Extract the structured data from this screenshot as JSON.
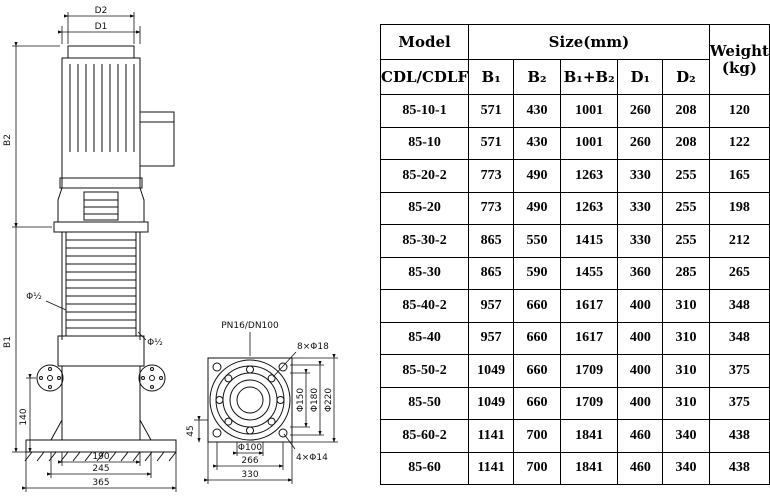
{
  "drawing": {
    "labels": {
      "d2": "D2",
      "d1": "D1",
      "b2": "B2",
      "b1": "B1",
      "h140": "140",
      "w190": "190",
      "w245": "245",
      "w365": "365",
      "port": "Φ½",
      "flange_spec": "PN16/DN100",
      "bolts8": "8×Φ18",
      "bolts4": "4×Φ14",
      "phi100": "Φ100",
      "w266": "266",
      "w330": "330",
      "h45": "45",
      "phi150": "Φ150",
      "phi180": "Φ180",
      "phi220": "Φ220"
    }
  },
  "table": {
    "header": {
      "model": "Model",
      "size": "Size(mm)",
      "weight_line1": "Weight",
      "weight_line2": "(kg)",
      "series": "CDL/CDLF",
      "cols": [
        "B₁",
        "B₂",
        "B₁+B₂",
        "D₁",
        "D₂"
      ]
    },
    "rows": [
      {
        "model": "85-10-1",
        "b1": "571",
        "b2": "430",
        "b1b2": "1001",
        "d1": "260",
        "d2": "208",
        "weight": "120"
      },
      {
        "model": "85-10",
        "b1": "571",
        "b2": "430",
        "b1b2": "1001",
        "d1": "260",
        "d2": "208",
        "weight": "122"
      },
      {
        "model": "85-20-2",
        "b1": "773",
        "b2": "490",
        "b1b2": "1263",
        "d1": "330",
        "d2": "255",
        "weight": "165"
      },
      {
        "model": "85-20",
        "b1": "773",
        "b2": "490",
        "b1b2": "1263",
        "d1": "330",
        "d2": "255",
        "weight": "198"
      },
      {
        "model": "85-30-2",
        "b1": "865",
        "b2": "550",
        "b1b2": "1415",
        "d1": "330",
        "d2": "255",
        "weight": "212"
      },
      {
        "model": "85-30",
        "b1": "865",
        "b2": "590",
        "b1b2": "1455",
        "d1": "360",
        "d2": "285",
        "weight": "265"
      },
      {
        "model": "85-40-2",
        "b1": "957",
        "b2": "660",
        "b1b2": "1617",
        "d1": "400",
        "d2": "310",
        "weight": "348"
      },
      {
        "model": "85-40",
        "b1": "957",
        "b2": "660",
        "b1b2": "1617",
        "d1": "400",
        "d2": "310",
        "weight": "348"
      },
      {
        "model": "85-50-2",
        "b1": "1049",
        "b2": "660",
        "b1b2": "1709",
        "d1": "400",
        "d2": "310",
        "weight": "375"
      },
      {
        "model": "85-50",
        "b1": "1049",
        "b2": "660",
        "b1b2": "1709",
        "d1": "400",
        "d2": "310",
        "weight": "375"
      },
      {
        "model": "85-60-2",
        "b1": "1141",
        "b2": "700",
        "b1b2": "1841",
        "d1": "460",
        "d2": "340",
        "weight": "438"
      },
      {
        "model": "85-60",
        "b1": "1141",
        "b2": "700",
        "b1b2": "1841",
        "d1": "460",
        "d2": "340",
        "weight": "438"
      }
    ]
  }
}
